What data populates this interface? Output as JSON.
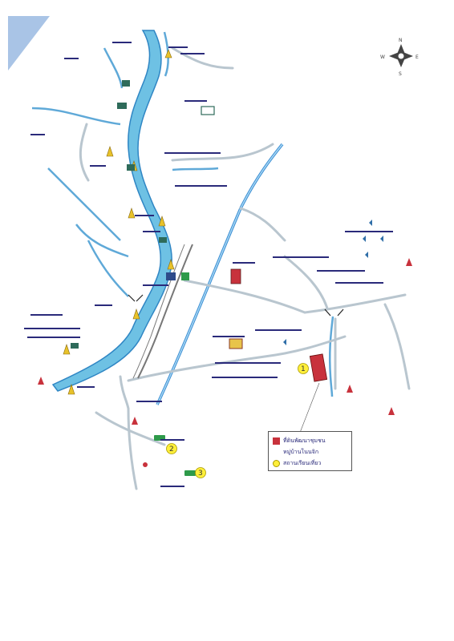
{
  "compass": {
    "n": "N",
    "s": "S",
    "e": "E",
    "w": "W"
  },
  "markers": [
    {
      "id": "1",
      "label": "1"
    },
    {
      "id": "2",
      "label": "2"
    },
    {
      "id": "3",
      "label": "3"
    }
  ],
  "legend": {
    "row1": "ที่ดินพัฒนาชุมชน",
    "row2": "หมู่บ้านโนนจิก",
    "row3": "สถานเรียนเที่ยว"
  },
  "colors": {
    "river": "#6ec1e4",
    "river_edge": "#2f86c4",
    "road": "#b9c6cf",
    "site": "#c8323c",
    "poi": "#ffef3a",
    "label": "#2a2a7a"
  }
}
